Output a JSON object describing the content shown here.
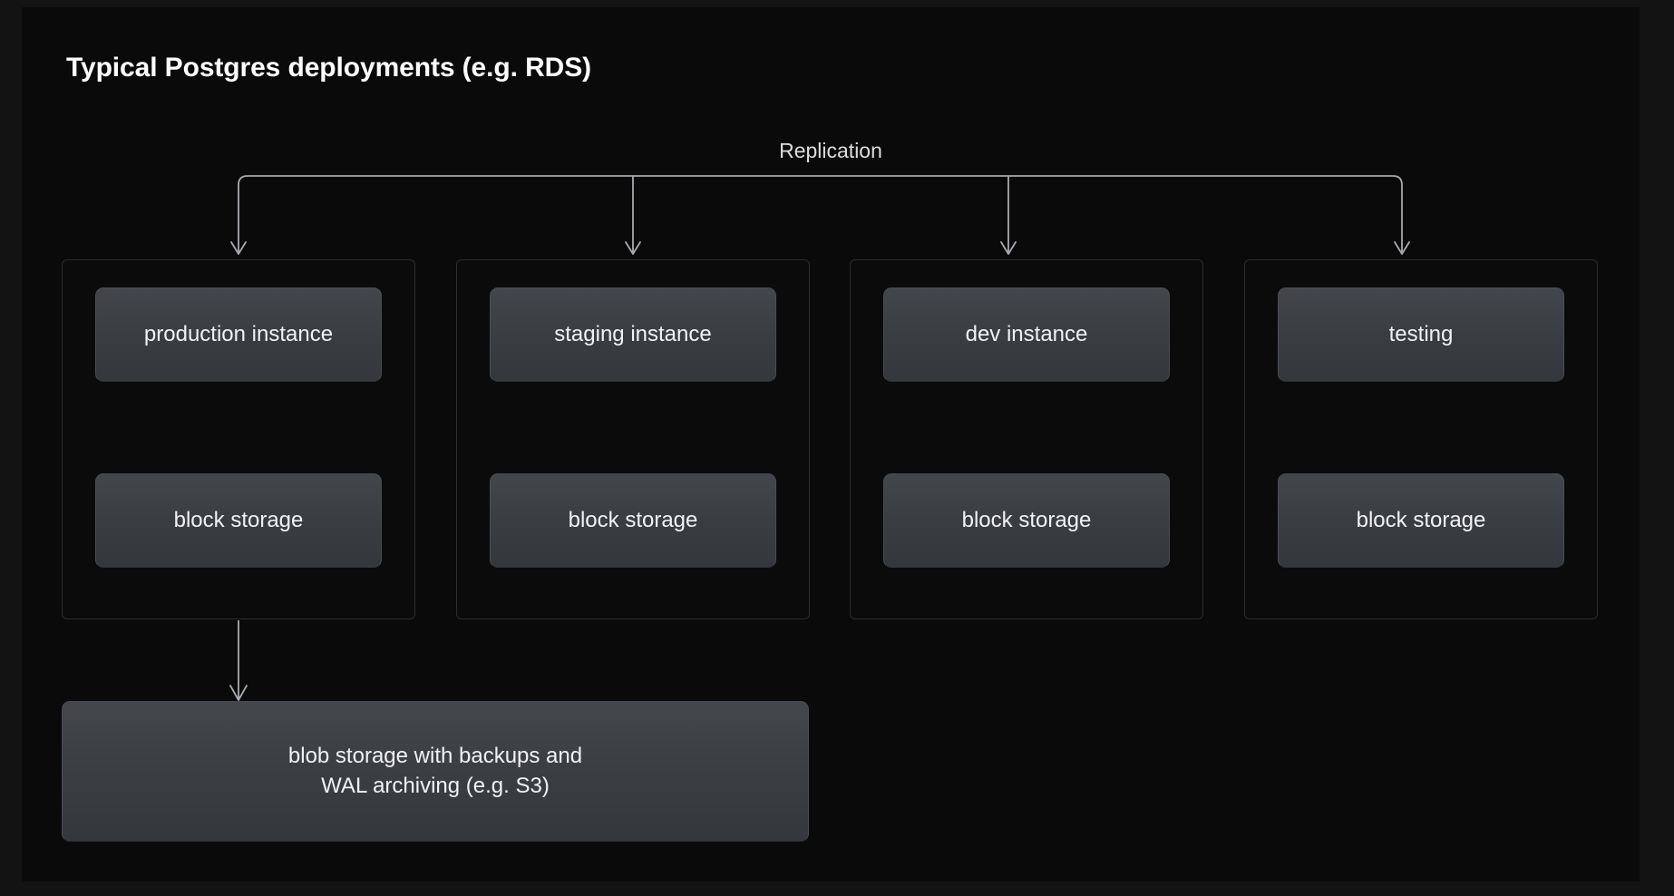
{
  "title": "Typical Postgres deployments (e.g. RDS)",
  "diagram": {
    "bus_label": "Replication",
    "groups": [
      {
        "instance": "production instance",
        "storage": "block storage"
      },
      {
        "instance": "staging instance",
        "storage": "block storage"
      },
      {
        "instance": "dev instance",
        "storage": "block storage"
      },
      {
        "instance": "testing",
        "storage": "block storage"
      }
    ],
    "blob_storage": "blob storage with backups and\nWAL archiving (e.g. S3)"
  },
  "colors": {
    "outer_background": "#131313",
    "canvas_background": "#0a0a0b",
    "panel_border": "#2b2d31",
    "node_fill": "#3a3d42",
    "node_border": "#4a4d53",
    "text": "#f2f2f4",
    "title_text": "#ffffff",
    "connector": "#a9abb0"
  }
}
